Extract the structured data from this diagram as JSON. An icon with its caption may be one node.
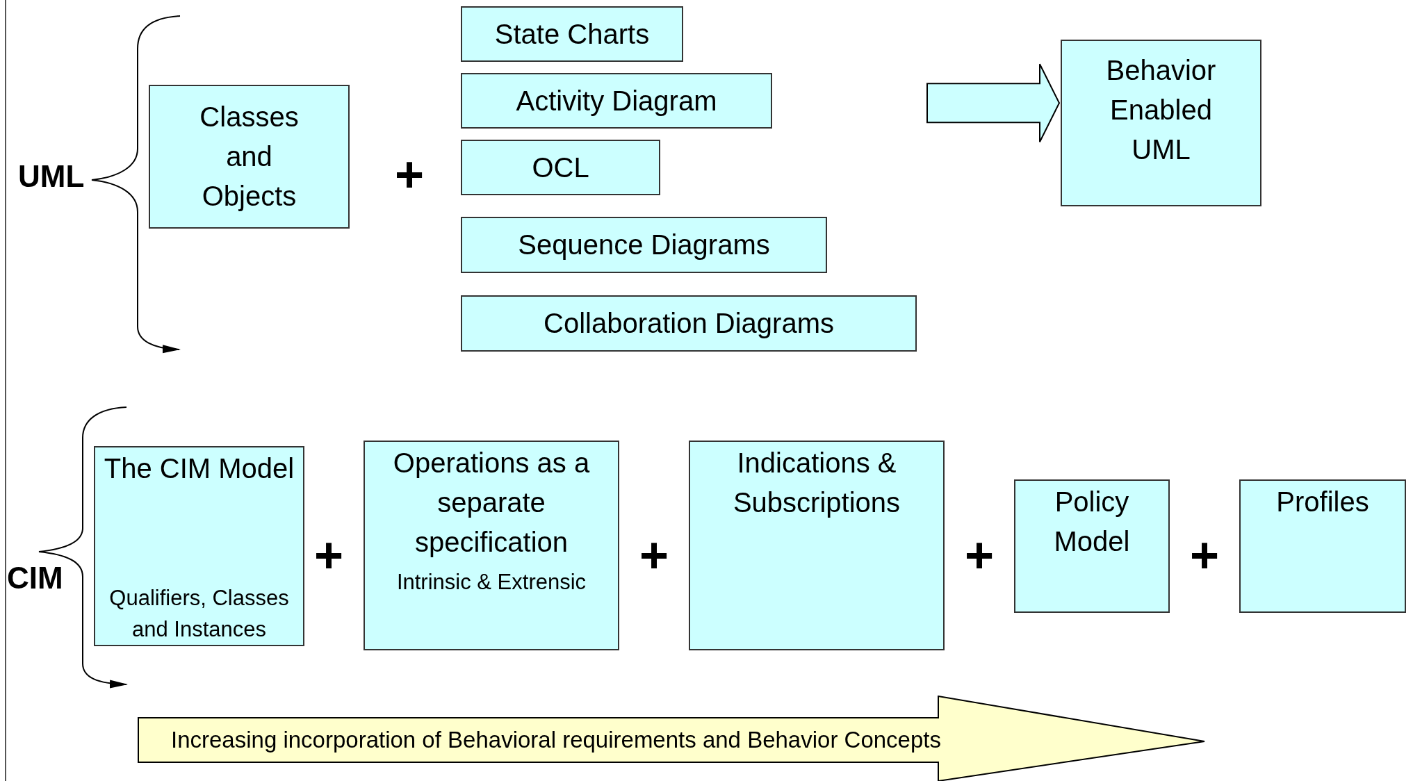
{
  "diagram": {
    "nodes": [
      {
        "text": [
          "Classes and Objects"
        ]
      },
      {
        "text": [
          "State Charts"
        ]
      },
      {
        "text": [
          "Activity Diagram"
        ]
      },
      {
        "text": [
          "OCL"
        ]
      },
      {
        "text": [
          "Sequence Diagrams"
        ]
      },
      {
        "text": [
          "Collaboration Diagrams"
        ]
      },
      {
        "text": [
          "Behavior Enabled UML"
        ]
      },
      {
        "text": [
          "The CIM Model",
          "Qualifiers, Classes and Instances"
        ]
      },
      {
        "text": [
          "Operations as a separate specification",
          "Intrinsic & Extrensic"
        ]
      },
      {
        "text": [
          "Indications & Subscriptions"
        ]
      },
      {
        "text": [
          "Policy Model"
        ]
      },
      {
        "text": [
          "Profiles"
        ]
      },
      {
        "text": [
          "Increasing incorporation of Behavioral requirements and Behavior Concepts"
        ]
      }
    ],
    "edges": [
      {
        "from": null,
        "to": 6,
        "arrow": "to"
      }
    ],
    "labels": [
      "UML",
      "+",
      "+",
      "+",
      "+",
      "+",
      "CIM"
    ]
  }
}
